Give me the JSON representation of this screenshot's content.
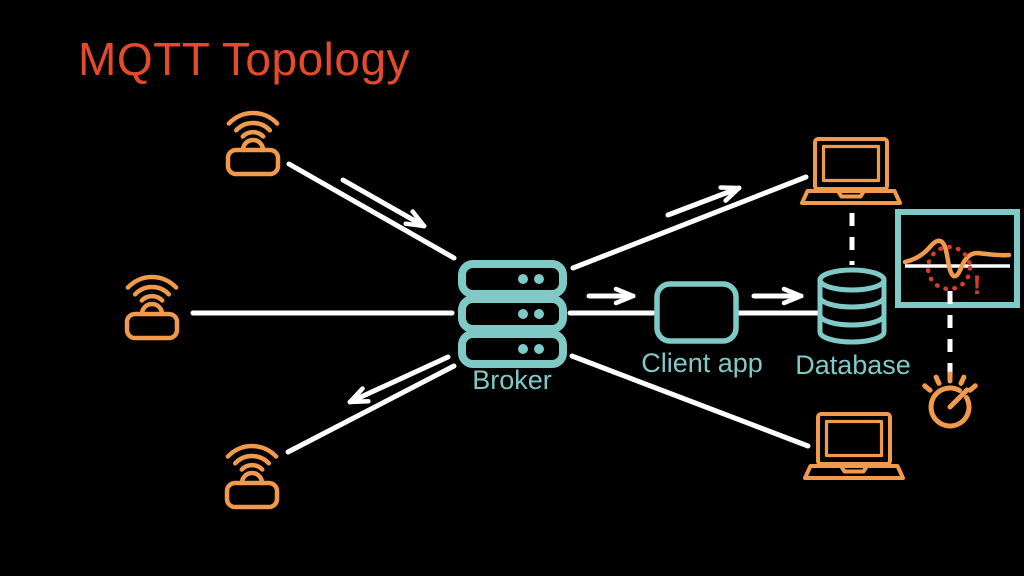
{
  "title": "MQTT Topology",
  "colors": {
    "background": "#000000",
    "title": "#e64a2d",
    "teal": "#7fc9c6",
    "orange": "#f19a4b",
    "alert_red": "#d63b2f",
    "line_white": "#ffffff"
  },
  "nodes": {
    "broker": {
      "label": "Broker",
      "icon": "server-stack-icon",
      "color": "#7fc9c6"
    },
    "client_app": {
      "label": "Client app",
      "icon": "rounded-rect-app-icon",
      "color": "#7fc9c6"
    },
    "database": {
      "label": "Database",
      "icon": "database-cylinder-icon",
      "color": "#7fc9c6"
    },
    "sensors": [
      {
        "id": "sensor-top-left",
        "icon": "wireless-sensor-icon",
        "color": "#f19a4b"
      },
      {
        "id": "sensor-middle-left",
        "icon": "wireless-sensor-icon",
        "color": "#f19a4b"
      },
      {
        "id": "sensor-bottom-left",
        "icon": "wireless-sensor-icon",
        "color": "#f19a4b"
      }
    ],
    "laptops": [
      {
        "id": "laptop-top-right",
        "icon": "laptop-icon",
        "color": "#f19a4b"
      },
      {
        "id": "laptop-bottom-right",
        "icon": "laptop-icon",
        "color": "#f19a4b"
      }
    ],
    "anomaly_chart": {
      "icon": "line-chart-anomaly-icon",
      "alert_mark": "!",
      "highlight": "dotted-circle",
      "border_color": "#7fc9c6",
      "curve_color": "#f19a4b"
    },
    "timer": {
      "icon": "stopwatch-gauge-icon",
      "color": "#f19a4b"
    }
  },
  "connections": [
    {
      "from": "sensor-top-left",
      "to": "broker",
      "style": "solid",
      "arrow": "toward-broker"
    },
    {
      "from": "sensor-middle-left",
      "to": "broker",
      "style": "solid",
      "arrow": "none"
    },
    {
      "from": "broker",
      "to": "sensor-bottom-left",
      "style": "solid",
      "arrow": "toward-sensor"
    },
    {
      "from": "broker",
      "to": "laptop-top-right",
      "style": "solid",
      "arrow": "toward-laptop"
    },
    {
      "from": "broker",
      "to": "laptop-bottom-right",
      "style": "solid",
      "arrow": "none"
    },
    {
      "from": "broker",
      "to": "client-app",
      "style": "solid",
      "arrow": "toward-client-app"
    },
    {
      "from": "client-app",
      "to": "database",
      "style": "solid",
      "arrow": "toward-database"
    },
    {
      "from": "laptop-top-right",
      "to": "database",
      "style": "dashed",
      "arrow": "none"
    },
    {
      "from": "anomaly-chart",
      "to": "timer",
      "style": "dashed",
      "arrow": "none"
    }
  ]
}
